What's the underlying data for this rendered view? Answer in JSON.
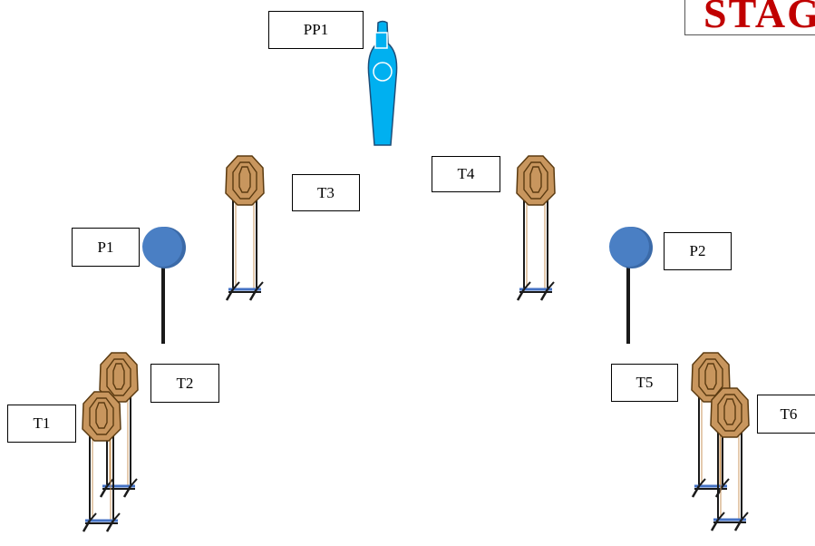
{
  "title": "STAGE",
  "labels": {
    "PP1": "PP1",
    "T1": "T1",
    "T2": "T2",
    "T3": "T3",
    "T4": "T4",
    "T5": "T5",
    "T6": "T6",
    "P1": "P1",
    "P2": "P2"
  },
  "colors": {
    "paper_target": "#c8965e",
    "paper_target_outline": "#5a3a10",
    "popper": "#4a7fc4",
    "popper_outline": "#3b6aa8",
    "stand": "#1a1a1a",
    "stand_base": "#4472c4",
    "shooter": "#00b0f0",
    "shooter_outline": "#1f4e79",
    "title": "#c00000"
  }
}
